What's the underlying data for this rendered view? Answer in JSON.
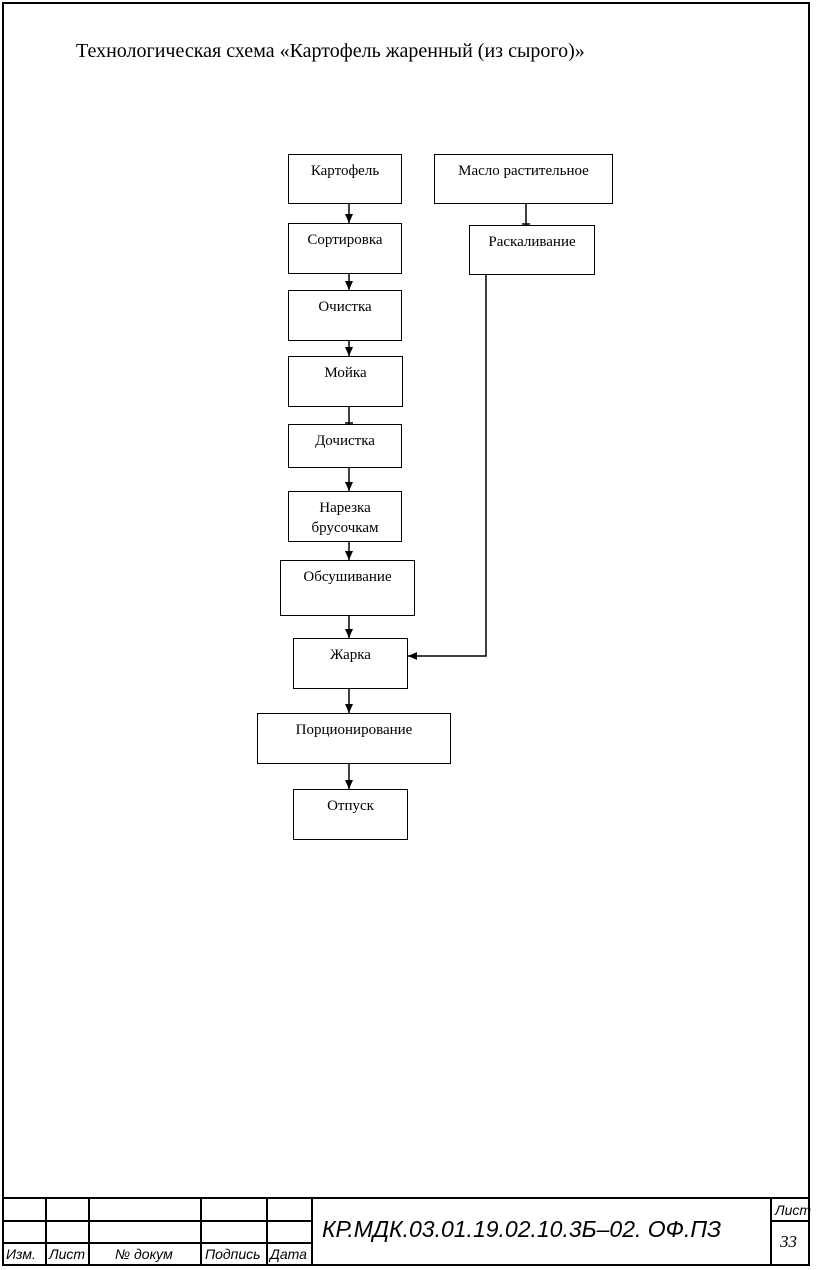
{
  "title": "Технологическая схема «Картофель жаренный (из сырого)»",
  "nodes": {
    "potato": "Картофель",
    "oil": "Масло растительное",
    "sorting": "Сортировка",
    "heating": "Раскаливание",
    "peeling": "Очистка",
    "washing": "Мойка",
    "repeeling": "Дочистка",
    "cutting": "Нарезка брусочкам",
    "drying": "Обсушивание",
    "frying": "Жарка",
    "portioning": "Порционирование",
    "serving": "Отпуск"
  },
  "stamp": {
    "izm": "Изм.",
    "list": "Лист",
    "dokum": "№ докум",
    "podpis": "Подпись",
    "data": "Дата",
    "code": "КР.МДК.03.01.19.02.10.3Б–02. ОФ.ПЗ",
    "sheet_label": "Лист",
    "sheet_number": "33"
  }
}
